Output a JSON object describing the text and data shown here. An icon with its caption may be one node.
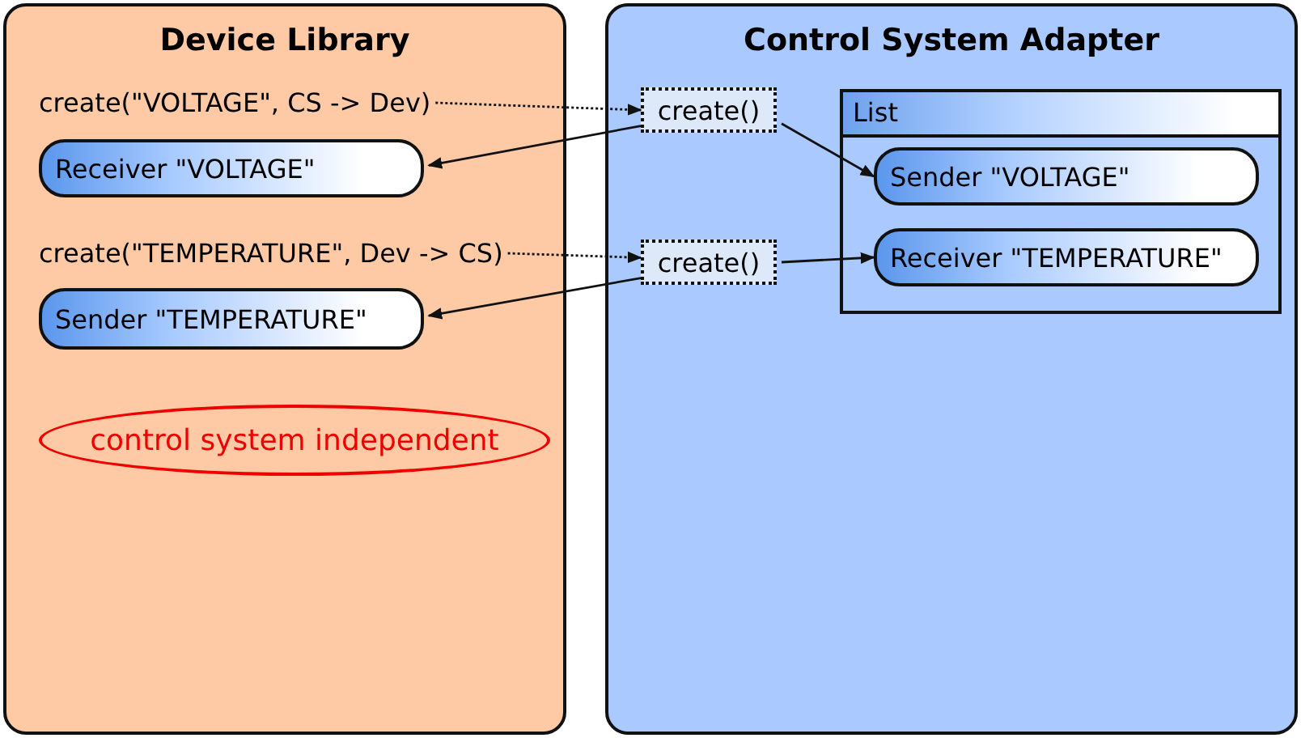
{
  "diagram": {
    "nodes": [
      {
        "text": [
          "Device Library"
        ]
      },
      {
        "text": [
          "create(\"VOLTAGE\", CS -> Dev)"
        ],
        "in": 0
      },
      {
        "text": [
          "Receiver \"VOLTAGE\""
        ],
        "in": 0
      },
      {
        "text": [
          "create(\"TEMPERATURE\", Dev -> CS)"
        ],
        "in": 0
      },
      {
        "text": [
          "Sender \"TEMPERATURE\""
        ],
        "in": 0
      },
      {
        "text": [
          "control system independent"
        ],
        "in": 0
      },
      {
        "text": [
          "Control System Adapter"
        ]
      },
      {
        "text": [
          "create()"
        ],
        "in": 6
      },
      {
        "text": [
          "create()"
        ],
        "in": 6
      },
      {
        "text": [
          "List"
        ],
        "in": 6
      },
      {
        "text": [
          "Sender \"VOLTAGE\""
        ],
        "in": 9
      },
      {
        "text": [
          "Receiver \"TEMPERATURE\""
        ],
        "in": 9
      }
    ],
    "edges": [
      {
        "from": 1,
        "to": 7,
        "arrow": "to",
        "style": "dashed"
      },
      {
        "from": 7,
        "to": 2,
        "arrow": "to"
      },
      {
        "from": 7,
        "to": 10,
        "arrow": "to"
      },
      {
        "from": 3,
        "to": 8,
        "arrow": "to",
        "style": "dashed"
      },
      {
        "from": 8,
        "to": 4,
        "arrow": "to"
      },
      {
        "from": 8,
        "to": 11,
        "arrow": "to"
      }
    ]
  }
}
